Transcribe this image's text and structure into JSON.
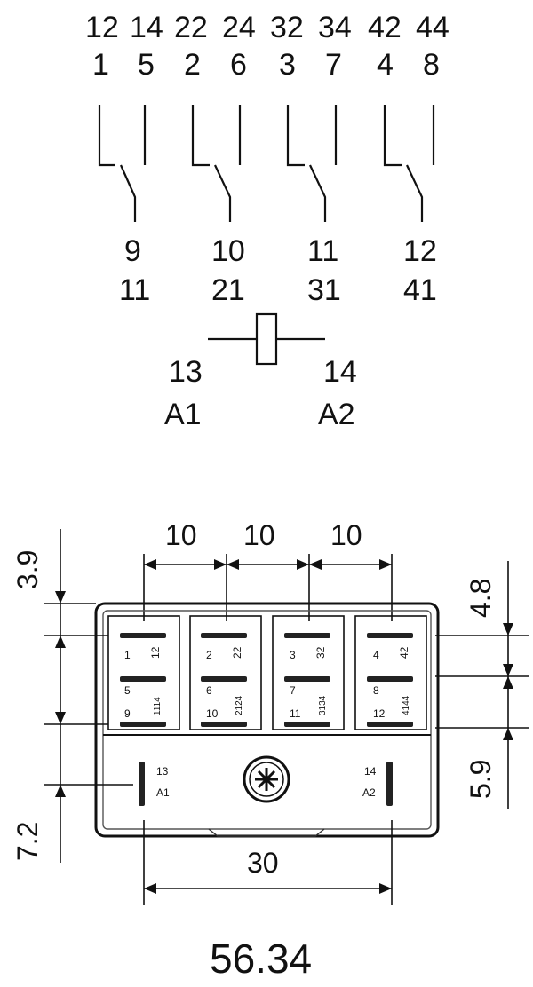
{
  "schematic": {
    "contacts": [
      {
        "nc_top": "12",
        "no_top": "14",
        "nc": "1",
        "no": "5",
        "com": "9",
        "com_alt": "11"
      },
      {
        "nc_top": "22",
        "no_top": "24",
        "nc": "2",
        "no": "6",
        "com": "10",
        "com_alt": "21"
      },
      {
        "nc_top": "32",
        "no_top": "34",
        "nc": "3",
        "no": "7",
        "com": "11",
        "com_alt": "31"
      },
      {
        "nc_top": "42",
        "no_top": "44",
        "nc": "4",
        "no": "8",
        "com": "12",
        "com_alt": "41"
      }
    ],
    "coil": {
      "left_num": "13",
      "left_label": "A1",
      "right_num": "14",
      "right_label": "A2"
    }
  },
  "dimensions": {
    "pitch_1": "10",
    "pitch_2": "10",
    "pitch_3": "10",
    "left_top": "3.9",
    "left_bottom": "7.2",
    "right_top": "4.8",
    "right_bottom": "5.9",
    "bottom_width": "30",
    "caption": "56.34"
  },
  "base": {
    "slots": [
      {
        "r1a": "1",
        "r1b": "12",
        "r2a": "5",
        "r2b": "1114",
        "r3a": "9"
      },
      {
        "r1a": "2",
        "r1b": "22",
        "r2a": "6",
        "r2b": "2124",
        "r3a": "10"
      },
      {
        "r1a": "3",
        "r1b": "32",
        "r2a": "7",
        "r2b": "3134",
        "r3a": "11"
      },
      {
        "r1a": "4",
        "r1b": "42",
        "r2a": "8",
        "r2b": "4144",
        "r3a": "12"
      }
    ],
    "coil_left": {
      "num": "13",
      "label": "A1"
    },
    "coil_right": {
      "num": "14",
      "label": "A2"
    }
  }
}
